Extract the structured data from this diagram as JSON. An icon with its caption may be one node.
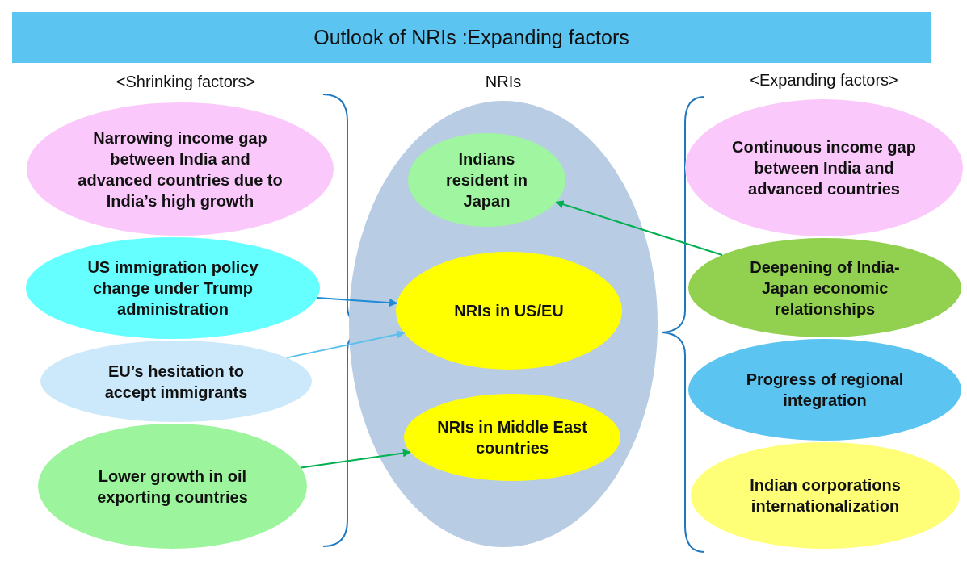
{
  "diagram": {
    "title": "Outlook of NRIs :Expanding factors",
    "nodes": [
      {
        "text": [
          "NRIs"
        ]
      },
      {
        "text": [
          "Indians resident in Japan"
        ],
        "in": 0
      },
      {
        "text": [
          "NRIs in US/EU"
        ],
        "in": 0
      },
      {
        "text": [
          "NRIs in Middle East countries"
        ],
        "in": 0
      },
      {
        "text": [
          "Narrowing income gap between India and advanced countries due to India’s high growth"
        ]
      },
      {
        "text": [
          "US immigration policy change under Trump administration"
        ]
      },
      {
        "text": [
          "EU’s hesitation to accept immigrants"
        ]
      },
      {
        "text": [
          "Lower growth in oil exporting countries"
        ]
      },
      {
        "text": [
          "Continuous income gap between India and advanced countries"
        ]
      },
      {
        "text": [
          "Deepening of India-Japan economic relationships"
        ]
      },
      {
        "text": [
          "Progress of regional integration"
        ]
      },
      {
        "text": [
          "Indian corporations internationalization"
        ]
      }
    ],
    "edges": [
      {
        "from": 5,
        "to": 2,
        "arrow": "to",
        "color": "#1f8ad6"
      },
      {
        "from": 6,
        "to": 2,
        "arrow": "to",
        "color": "#5bc0eb"
      },
      {
        "from": 7,
        "to": 3,
        "arrow": "to",
        "color": "#00b050"
      },
      {
        "from": 9,
        "to": 1,
        "arrow": "to",
        "color": "#00b050"
      }
    ],
    "labels": [
      "<Shrinking factors>",
      "<Expanding factors>"
    ]
  }
}
